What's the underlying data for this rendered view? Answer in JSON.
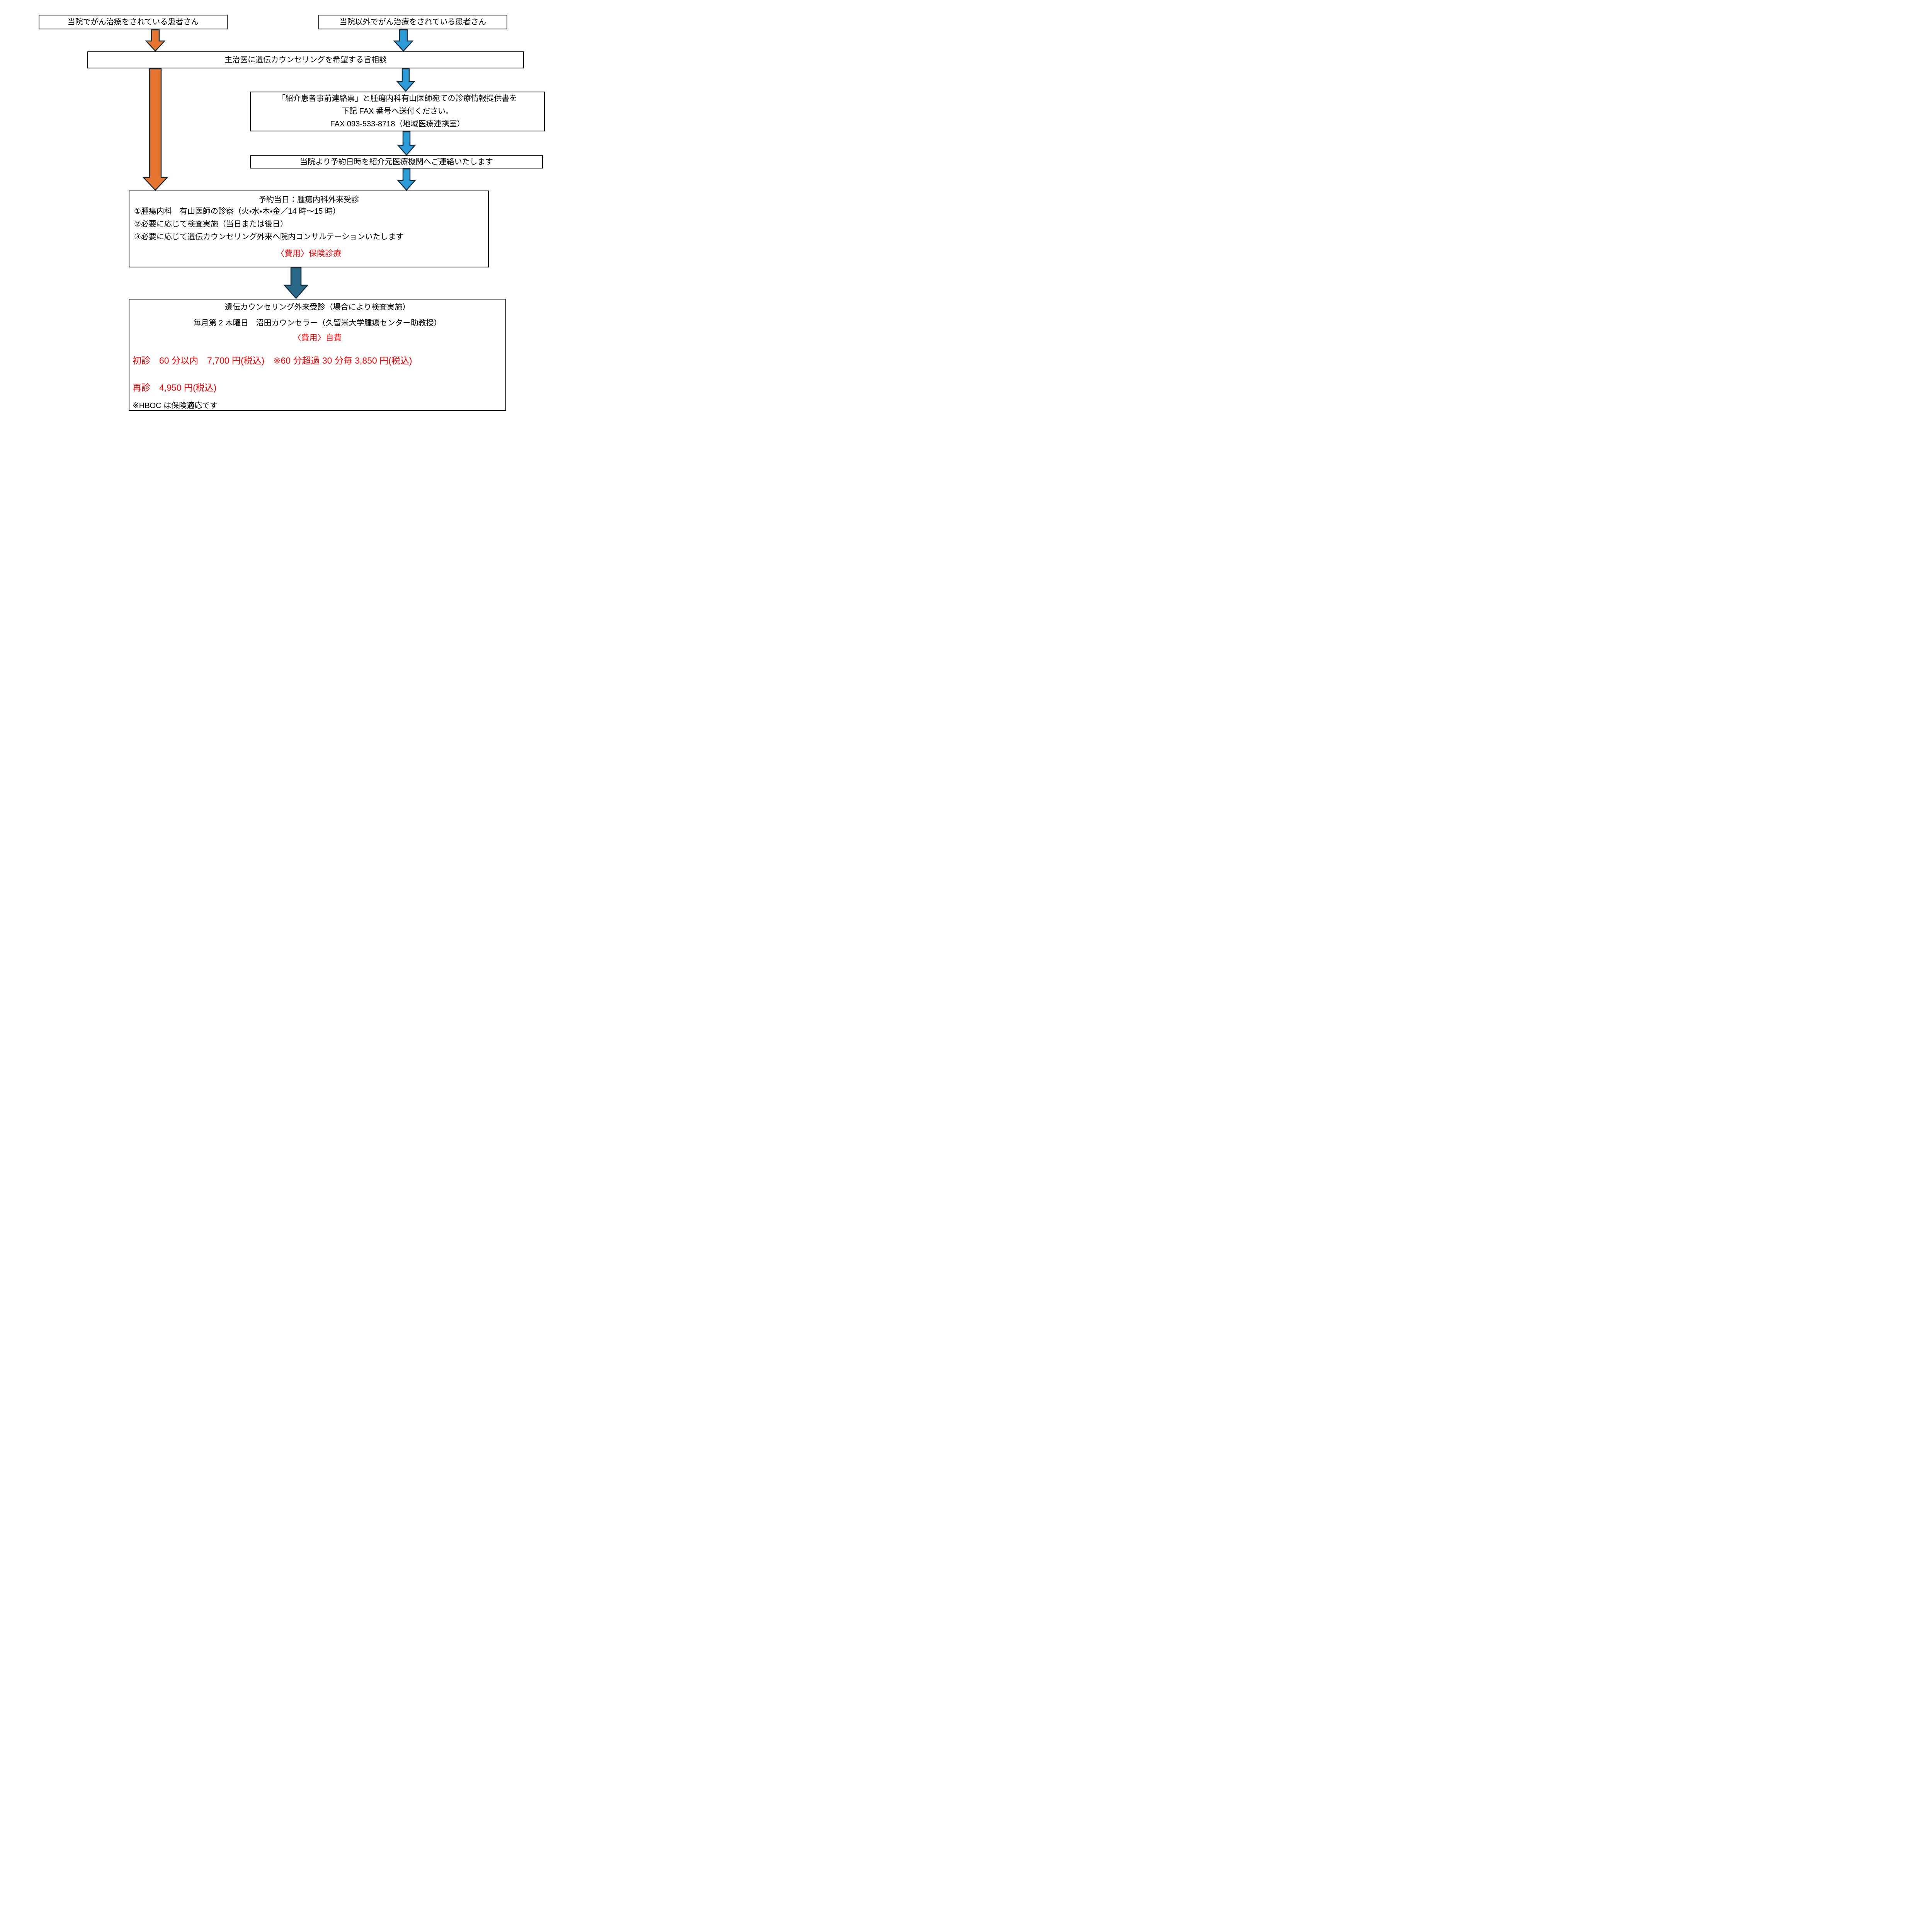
{
  "colors": {
    "arrow_orange": "#E5752F",
    "arrow_blue": "#2B9CD8",
    "arrow_steel": "#2A6888",
    "arrow_outline": "#152C3A",
    "highlight_red": "#FF0000",
    "box_border": "#000000"
  },
  "boxes": {
    "patient_here": {
      "text": "当院でがん治療をされている患者さん"
    },
    "patient_elsewhere": {
      "text": "当院以外でがん治療をされている患者さん"
    },
    "consult_doctor": {
      "text": "主治医に遺伝カウンセリングを希望する旨相談"
    },
    "fax_referral": {
      "line1": "「紹介患者事前連絡票」と腫瘍内科有山医師宛ての診療情報提供書を",
      "line2": "下記 FAX 番号へ送付ください。",
      "line3": "FAX 093-533-8718（地域医療連携室）"
    },
    "notify_datetime": {
      "text": "当院より予約日時を紹介元医療機関へご連絡いたします"
    },
    "oncology_visit": {
      "title": "予約当日：腫瘍内科外来受診",
      "item1": "①腫瘍内科　有山医師の診察（火・水・木・金／14 時～15 時）",
      "item2": "②必要に応じて検査実施（当日または後日）",
      "item3": "③必要に応じて遺伝カウンセリング外来へ院内コンサルテーションいたします",
      "cost": "〈費用〉保険診療"
    },
    "counseling_visit": {
      "line1": "遺伝カウンセリング外来受診（場合により検査実施）",
      "line2": "毎月第 2 木曜日　沼田カウンセラー（久留米大学腫瘍センター助教授）",
      "cost": "〈費用〉自費",
      "fee_first": "初診　60 分以内　7,700 円(税込)　※60 分超過 30 分毎 3,850 円(税込)",
      "fee_revisit": "再診　4,950 円(税込)",
      "note": "※HBOC は保険適応です"
    }
  }
}
